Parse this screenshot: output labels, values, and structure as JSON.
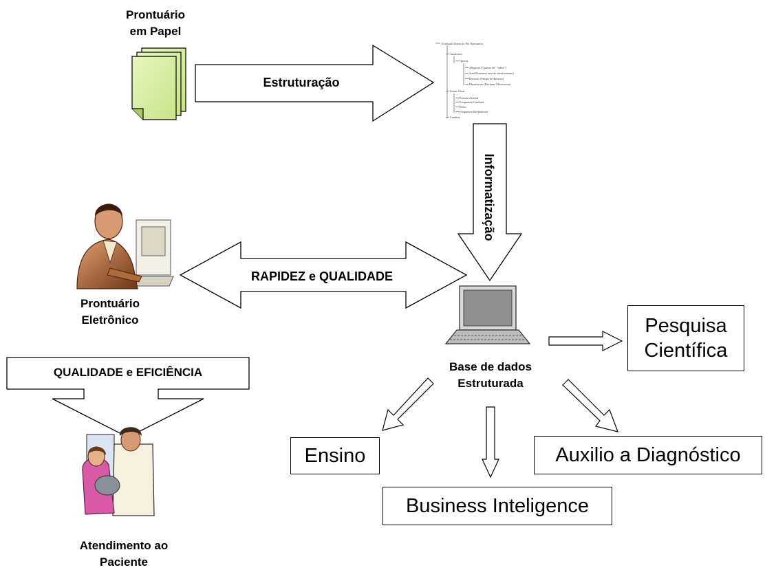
{
  "nodes": {
    "paper_record": "Prontuário\nem Papel",
    "electronic_record": "Prontuário\nEletrônico",
    "database": "Base de dados\nEstruturada",
    "patient_care": "Atendimento ao\nPaciente",
    "research": "Pesquisa\nCientífica",
    "teaching": "Ensino",
    "business": "Business Inteligence",
    "diagnosis": "Auxilio a Diagnóstico"
  },
  "arrows": {
    "structuring": "Estruturação",
    "informatization": "Informatização",
    "speed_quality": "RAPIDEZ e QUALIDADE",
    "quality_efficiency": "QUALIDADE e EFICIÊNCIA"
  },
  "tree_document": {
    "root": "Evolução Diaria no Pre Operatorio",
    "items": [
      "Anamnese",
      "Queixa",
      "Alegacao (\"gueixo de\" \"odior\")",
      "Sinal/Sintoma (area do involvimento)",
      "Duracao (Tempo de duracao)",
      "Observacao (Declarar Observacao)",
      "Sinais Vitais",
      "Pressao Arterial",
      "Frequencia Cardiaca",
      "Pulso",
      "Frequencia Respiratoria",
      "Conduta"
    ]
  },
  "colors": {
    "paper_fill": "#d4ec9c",
    "outline": "#000000",
    "skin": "#d89a72",
    "clerk_suit": "#a45a2e",
    "laptop_screen": "#8f8f8f",
    "doctor_coat": "#f6f1de",
    "child_shirt": "#d85aa6"
  }
}
